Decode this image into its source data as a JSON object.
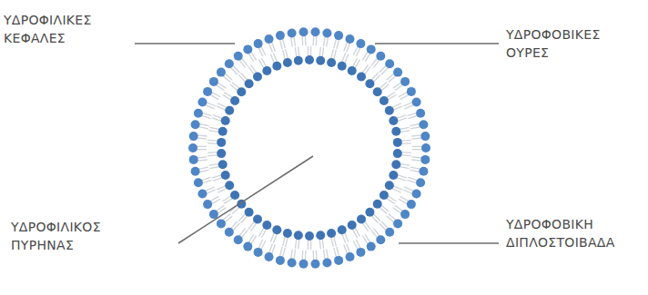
{
  "diagram": {
    "labels": [
      "ΥΔΡΟΦΙΛΙΚΕΣ ΚΕΦΑΛΕΣ",
      "ΥΔΡΟΦΟΒΙΚΕΣ ΟΥΡΕΣ",
      "ΥΔΡΟΦΙΛΙΚΟΣ ΠΥΡΗΝΑΣ",
      "ΥΔΡΟΦΟΒΙΚΗ ΔΙΠΛΟΣΤΟΙΒΑΔΑ"
    ]
  }
}
